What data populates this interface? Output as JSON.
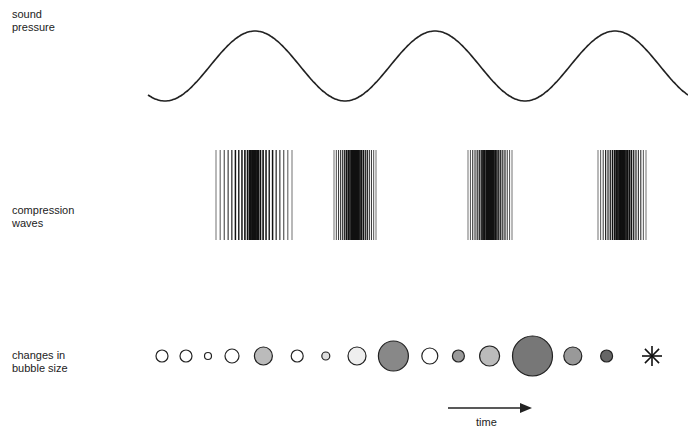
{
  "diagram": {
    "labels": [
      "sound pressure",
      "compression waves",
      "changes in bubble size",
      "time"
    ]
  }
}
